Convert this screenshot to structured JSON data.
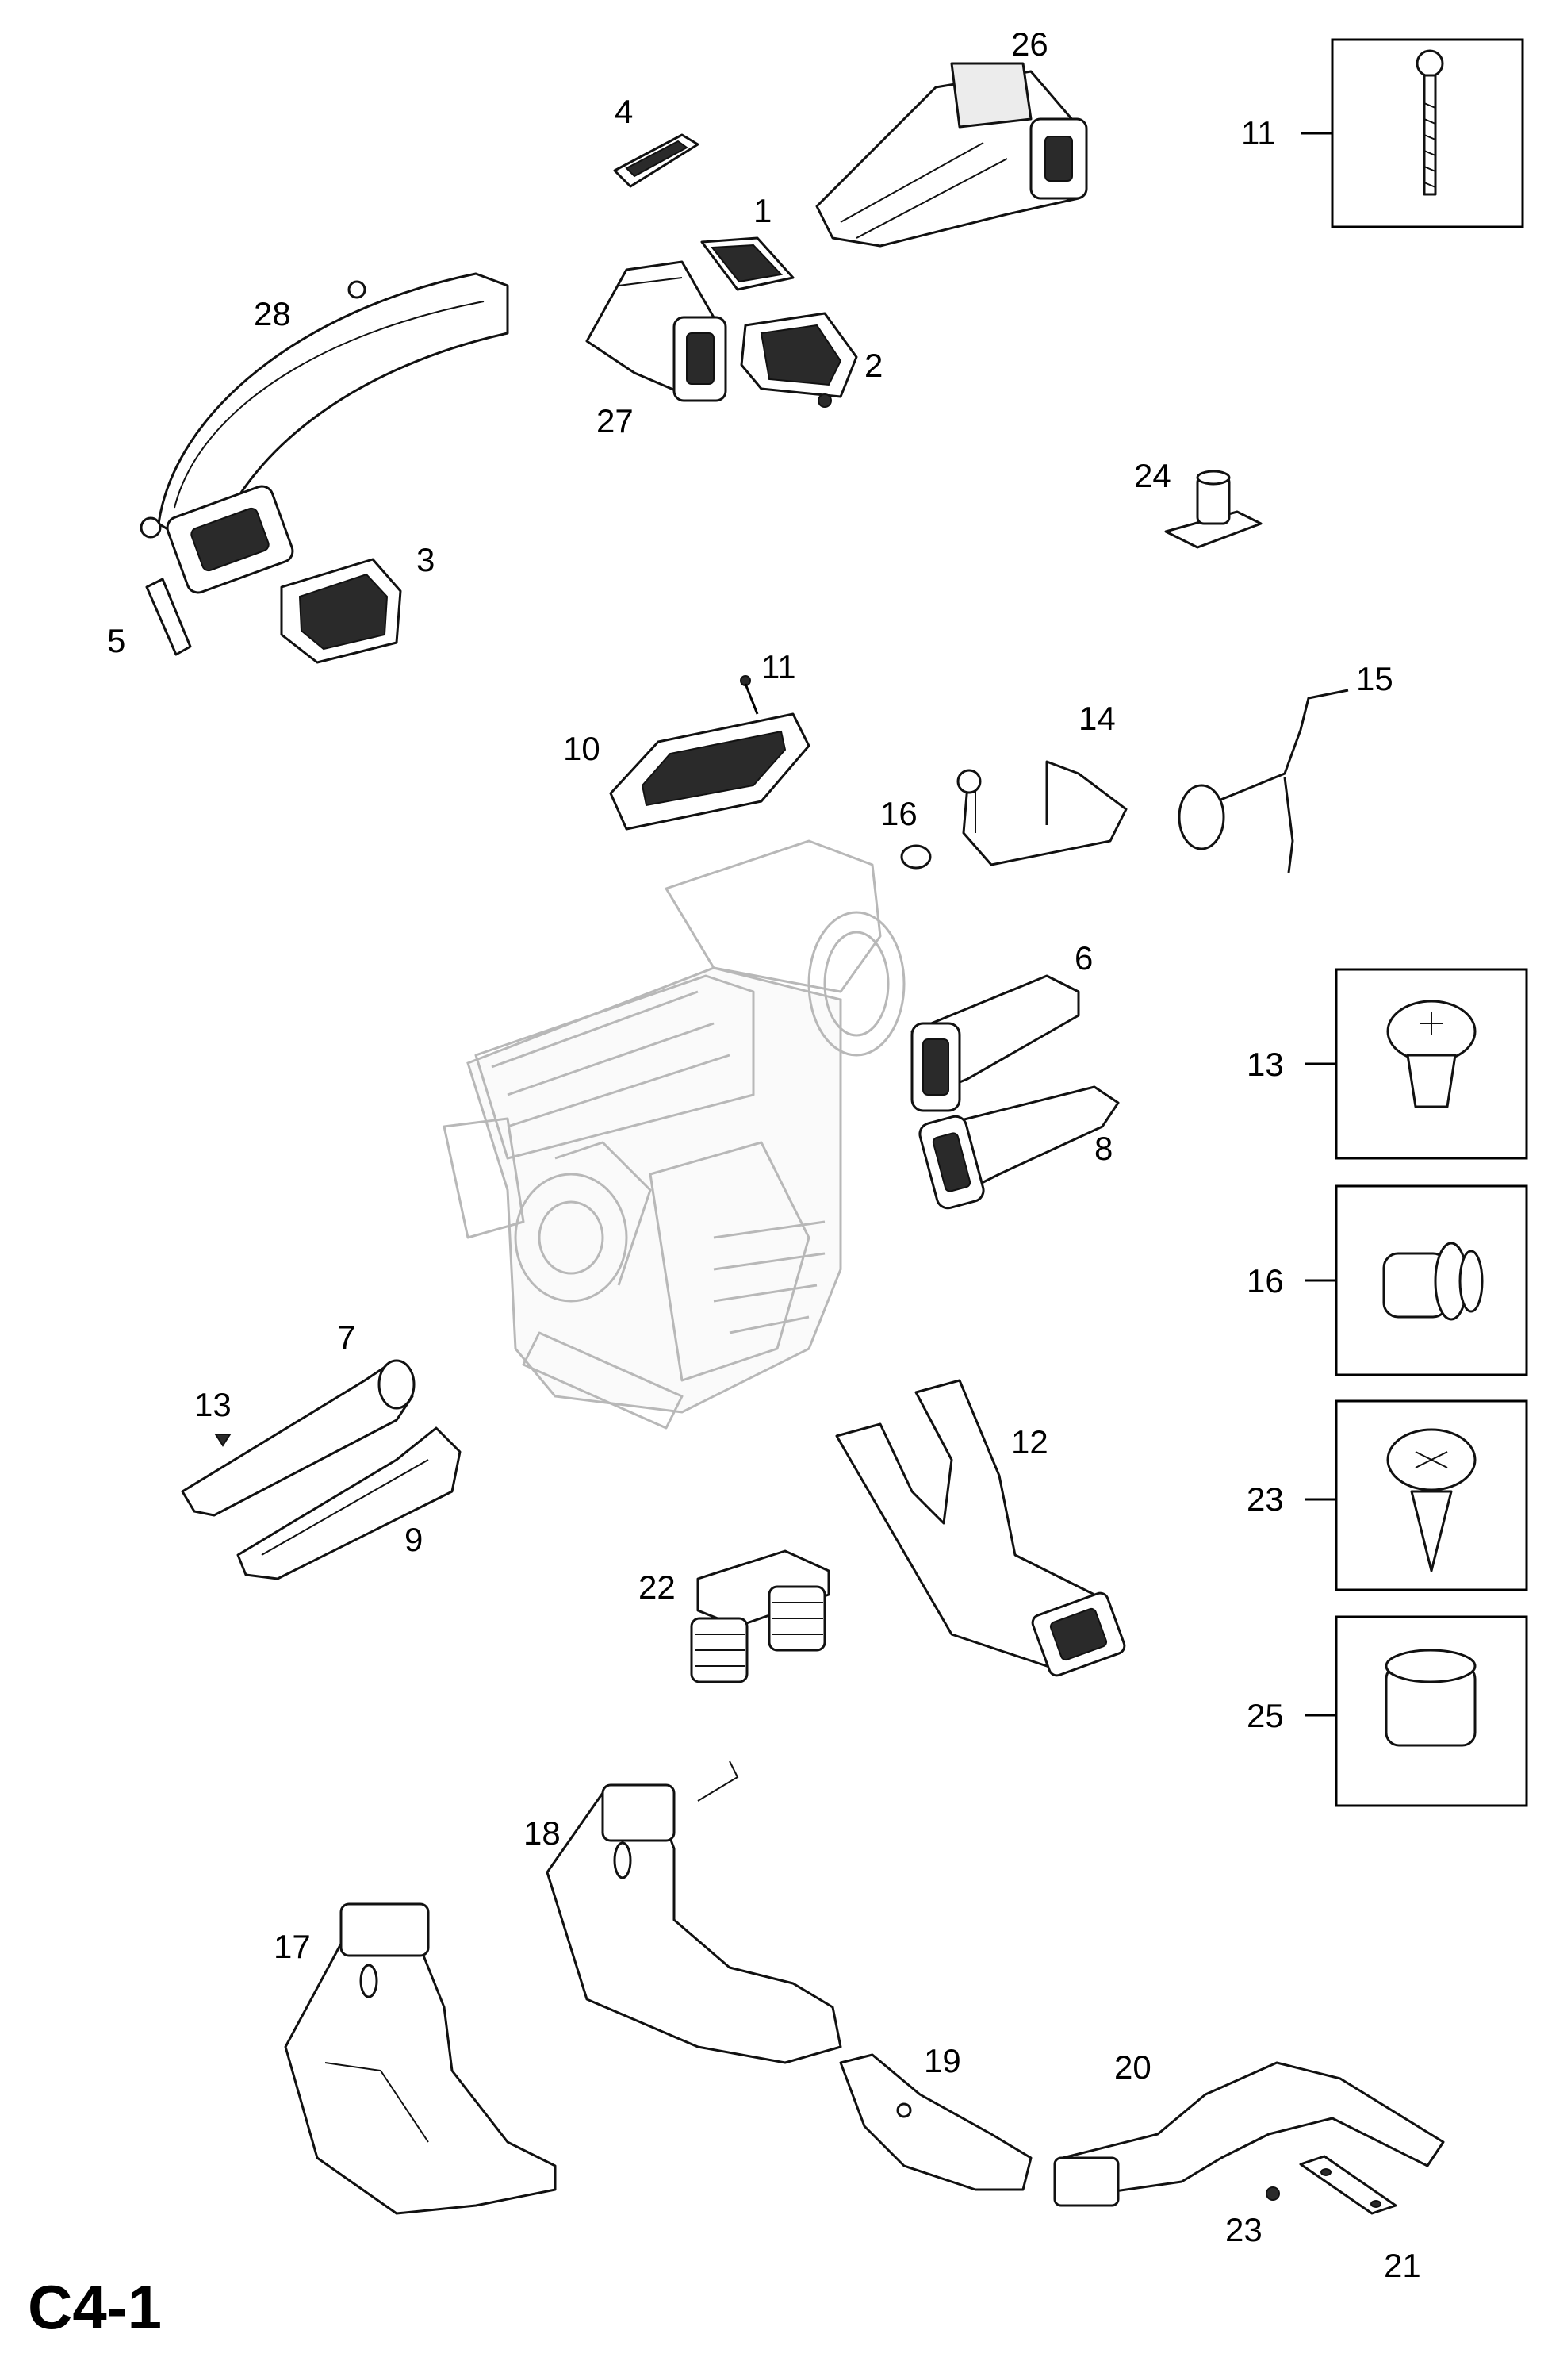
{
  "diagram_code": "C4-1",
  "callouts": {
    "c1": "1",
    "c2": "2",
    "c3": "3",
    "c4": "4",
    "c5": "5",
    "c6": "6",
    "c7": "7",
    "c8": "8",
    "c9": "9",
    "c10": "10",
    "c11a": "11",
    "c11b": "11",
    "c12": "12",
    "c13a": "13",
    "c13b": "13",
    "c14": "14",
    "c15": "15",
    "c16a": "16",
    "c16b": "16",
    "c17": "17",
    "c18": "18",
    "c19": "19",
    "c20": "20",
    "c21": "21",
    "c22": "22",
    "c23a": "23",
    "c23b": "23",
    "c24": "24",
    "c25": "25",
    "c26": "26",
    "c27": "27",
    "c28": "28"
  },
  "detail_boxes": {
    "box11": "11",
    "box13": "13",
    "box16": "16",
    "box23": "23",
    "box25": "25"
  }
}
